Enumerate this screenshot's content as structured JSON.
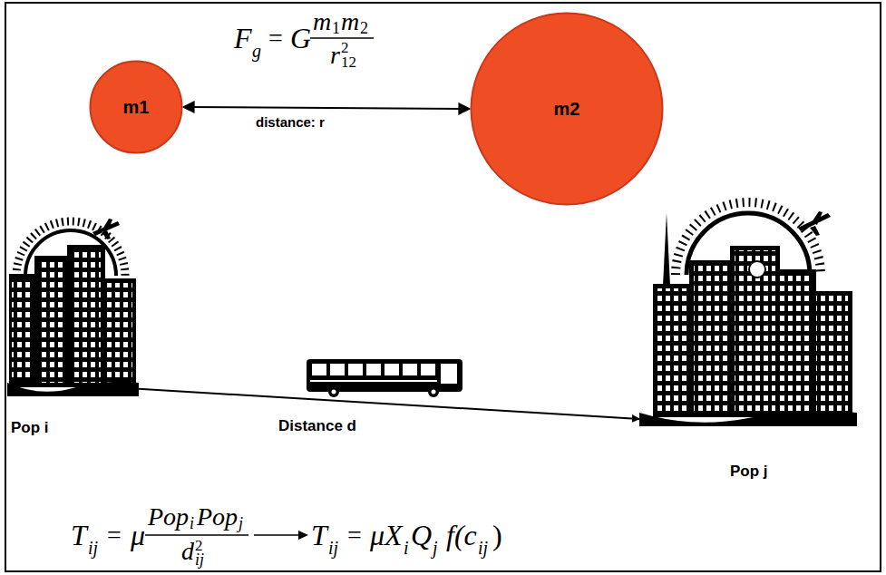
{
  "diagram": {
    "nodes": [
      {
        "text": [
          "m1"
        ]
      },
      {
        "text": [
          "m2"
        ]
      },
      {
        "text": [
          "Pop i"
        ]
      },
      {
        "text": [
          "Pop j"
        ]
      }
    ],
    "edges": [
      {
        "from": 0,
        "to": 1,
        "arrow": "both",
        "label": "distance: r"
      },
      {
        "from": 2,
        "to": 3,
        "arrow": "to",
        "label": "Distance d"
      }
    ],
    "labels": [
      "F",
      "g",
      "=",
      "G",
      "m",
      "1",
      "m",
      "2",
      "r",
      "12",
      "2",
      "T",
      "ij",
      "=",
      "μ",
      "Pop",
      "i",
      "Pop",
      "j",
      "d",
      "2",
      "ij",
      "T",
      "ij",
      "=",
      "μX",
      "i",
      "Q",
      "j",
      "f(c",
      "ij",
      ")"
    ]
  }
}
